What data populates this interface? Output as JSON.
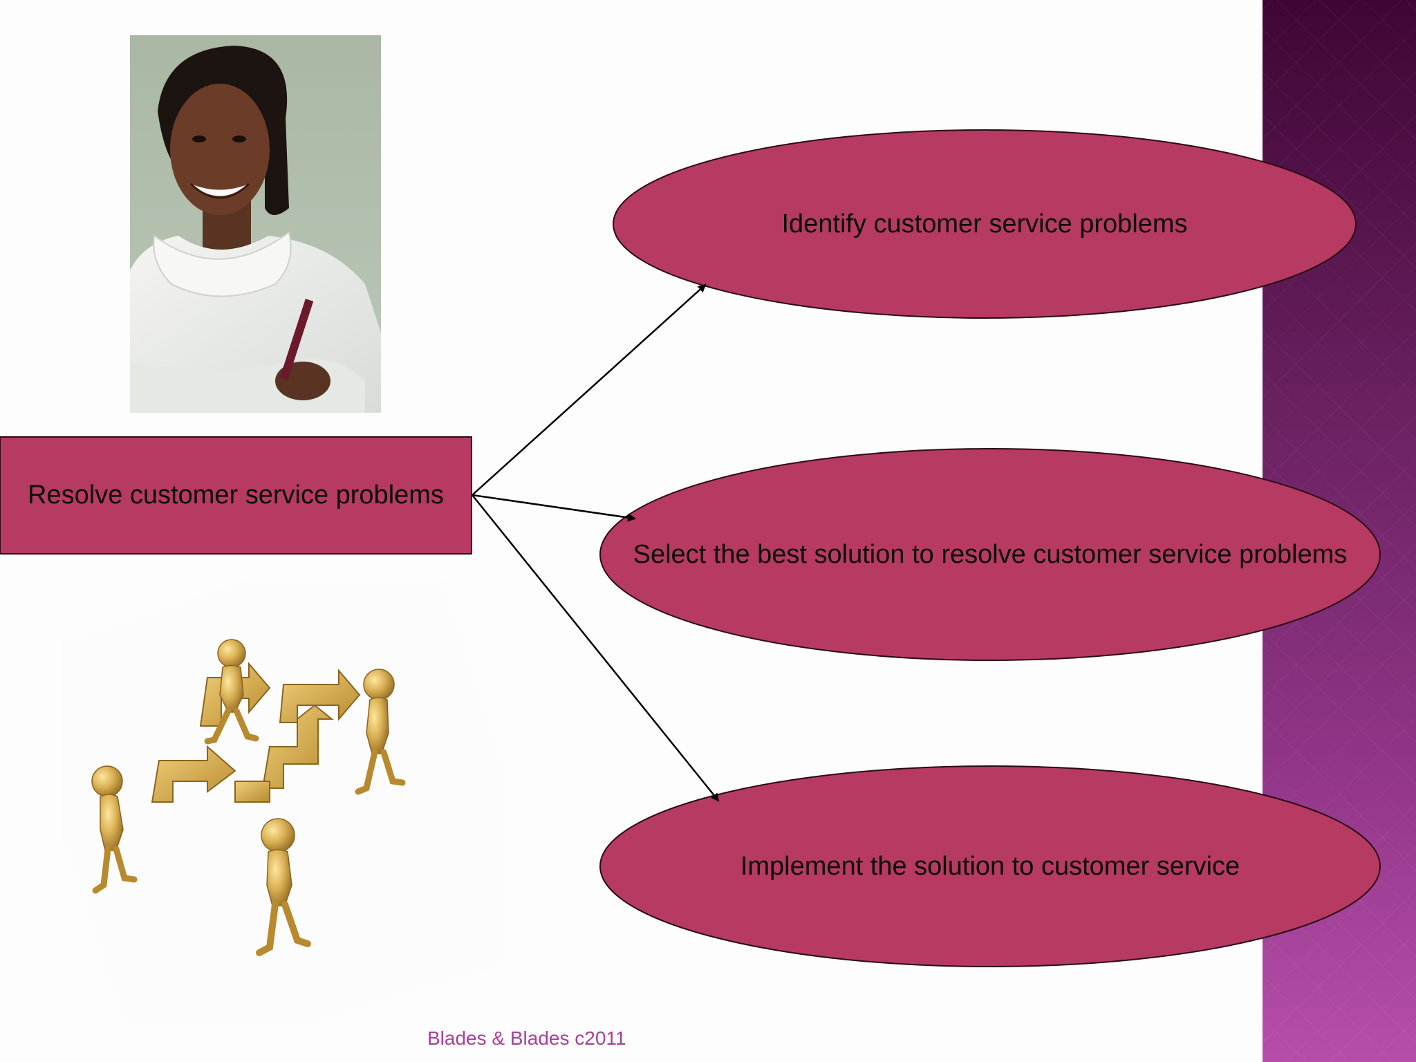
{
  "slide": {
    "footer": "Blades & Blades c2011",
    "colors": {
      "node_fill": "#b63a62",
      "node_stroke": "#2a0a14",
      "arrow": "#000000",
      "footer": "#a8409a",
      "band_top": "#3f0634",
      "band_bottom": "#b64ea9"
    }
  },
  "diagram": {
    "root": {
      "label": "Resolve customer service problems",
      "shape": "rectangle"
    },
    "children": [
      {
        "label": "Identify customer service problems",
        "shape": "ellipse"
      },
      {
        "label": "Select the best solution to resolve customer service problems",
        "shape": "ellipse"
      },
      {
        "label": "Implement the solution to customer service",
        "shape": "ellipse"
      }
    ]
  },
  "images": {
    "photo": "smiling woman in white uniform holding a pen",
    "clipart": "golden figures assembling arrow puzzle pieces"
  }
}
